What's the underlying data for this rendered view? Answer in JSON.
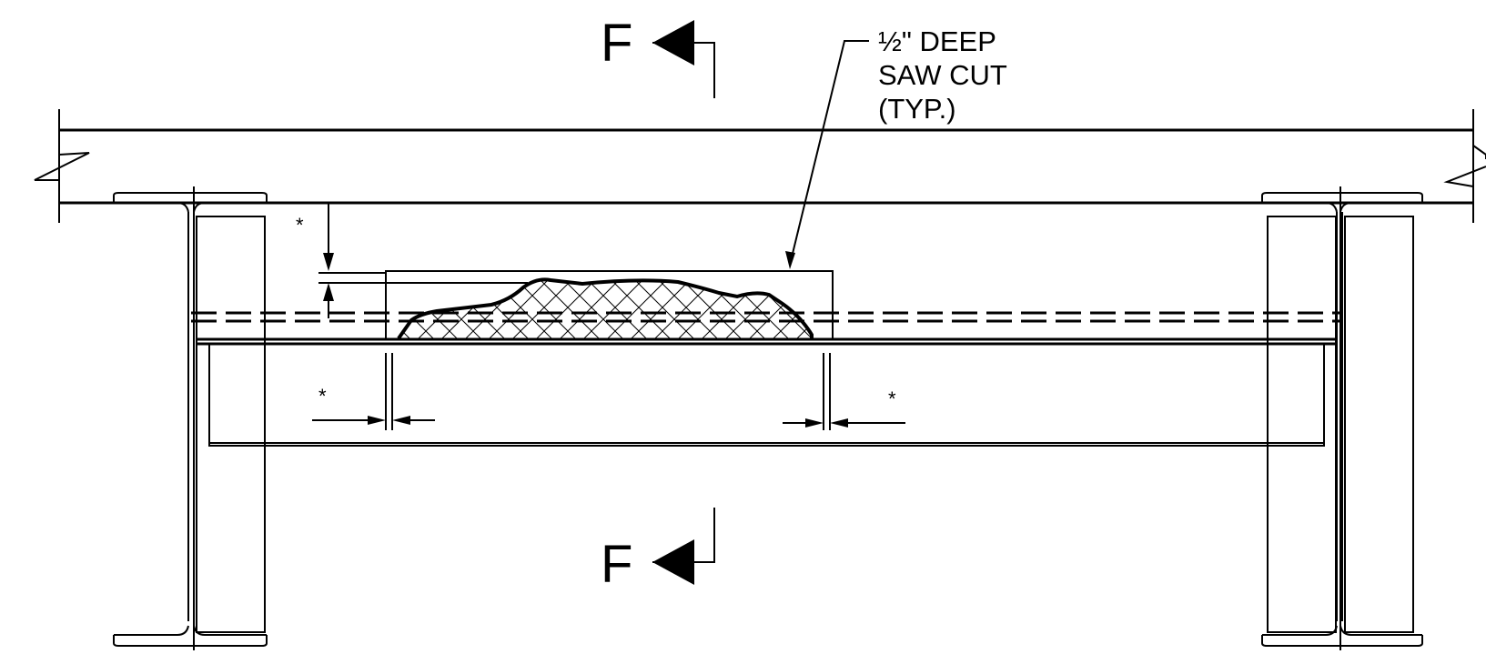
{
  "section_marks": {
    "top": {
      "letter": "F"
    },
    "bottom": {
      "letter": "F"
    }
  },
  "callout": {
    "lines": [
      "½\"  DEEP",
      "SAW CUT",
      "(TYP.)"
    ]
  },
  "dimension_marks": {
    "vertical_clearance": "*",
    "left_offset": "*",
    "right_offset": "*"
  }
}
